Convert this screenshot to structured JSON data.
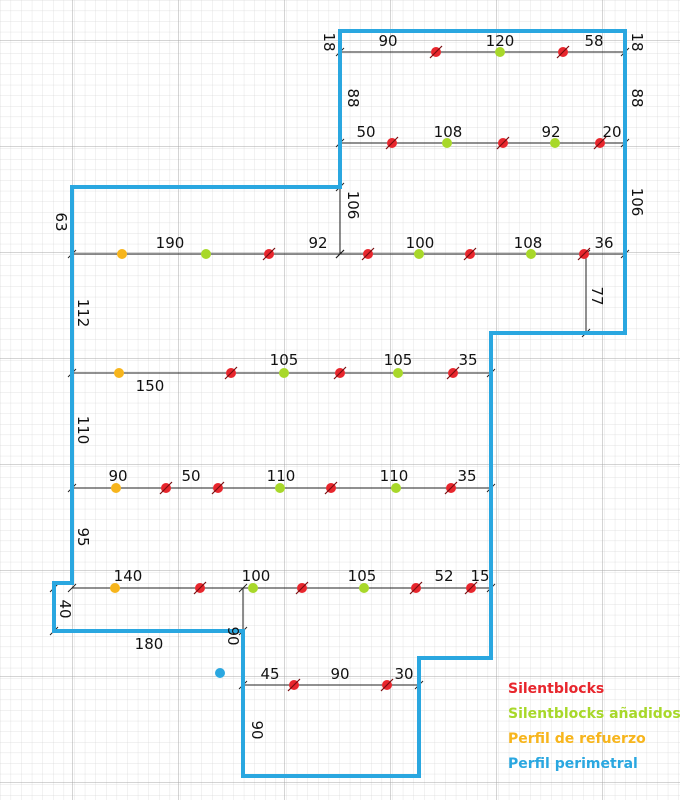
{
  "colors": {
    "perimeter": "#2aa7e0",
    "silentblock": "#e8262d",
    "added": "#a8d82a",
    "reinforcement": "#f7b51c",
    "grid_minor": "#d9d9d9",
    "grid_major": "#a9a9a9",
    "dim_line": "#222222"
  },
  "legend": {
    "silentblocks": "Silentblocks",
    "added": "Silentblocks añadidos",
    "reinforcement": "Perfil de refuerzo",
    "perimeter": "Perfil perimetral"
  },
  "labels": {
    "r1": [
      "18",
      "90",
      "120",
      "58",
      "18"
    ],
    "v_top": [
      "88",
      "88"
    ],
    "r2": [
      "50",
      "108",
      "92",
      "20"
    ],
    "v_mid": [
      "63",
      "106",
      "106"
    ],
    "r3": [
      "190",
      "92",
      "100",
      "108",
      "36"
    ],
    "v_left": [
      "77",
      "112"
    ],
    "r4": [
      "105",
      "105",
      "35",
      "150"
    ],
    "v_110": "110",
    "r5": [
      "90",
      "50",
      "110",
      "110",
      "35"
    ],
    "v_95": "95",
    "r6": [
      "140",
      "100",
      "105",
      "52",
      "15"
    ],
    "bottom": [
      "40",
      "180",
      "90",
      "45",
      "90",
      "30",
      "90"
    ]
  }
}
